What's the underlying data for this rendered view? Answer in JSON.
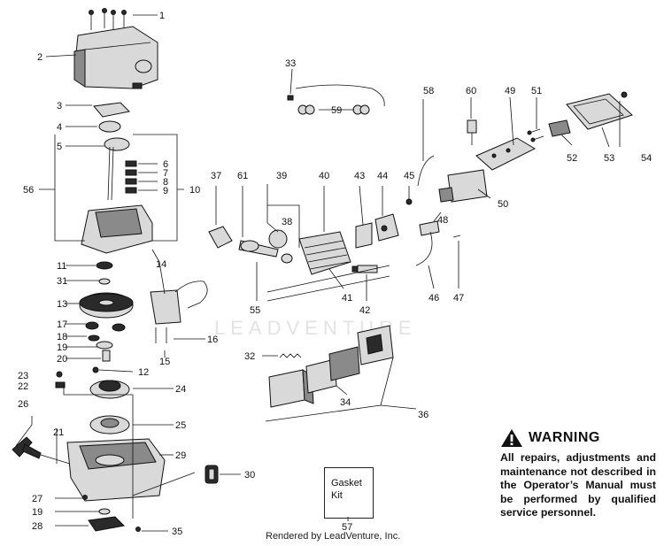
{
  "callouts": [
    "1",
    "2",
    "3",
    "4",
    "5",
    "6",
    "7",
    "8",
    "9",
    "10",
    "56",
    "11",
    "31",
    "14",
    "13",
    "17",
    "18",
    "19",
    "16",
    "15",
    "20",
    "12",
    "23",
    "22",
    "24",
    "26",
    "25",
    "21",
    "29",
    "30",
    "27",
    "19",
    "28",
    "35",
    "33",
    "58",
    "60",
    "49",
    "51",
    "54",
    "52",
    "53",
    "59",
    "37",
    "61",
    "39",
    "40",
    "43",
    "44",
    "45",
    "50",
    "38",
    "48",
    "41",
    "42",
    "46",
    "47",
    "55",
    "32",
    "34",
    "36"
  ],
  "watermark": "LEADVENTURE",
  "kit": {
    "text": "Gasket\nKit",
    "number": "57"
  },
  "warning": {
    "icon": "warning-triangle-icon",
    "title": "WARNING",
    "body": "All repairs, adjustments and maintenance not described in the Operator’s Manual must be performed by qualified service personnel."
  },
  "footer": "Rendered by LeadVenture, Inc."
}
